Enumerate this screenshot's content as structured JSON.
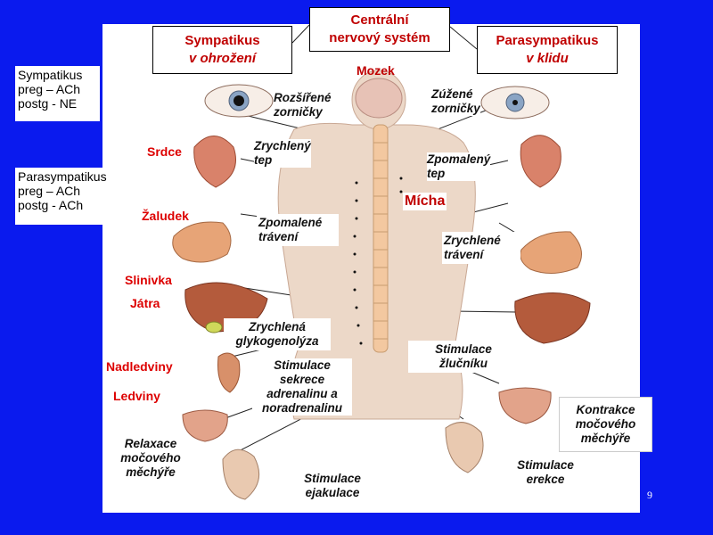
{
  "colors": {
    "background": "#0a1aee",
    "header_text": "#c00000",
    "organ_label": "#dd0000"
  },
  "header": {
    "center": {
      "line1": "Centrální",
      "line2": "nervový systém"
    },
    "sympathetic": {
      "line1": "Sympatikus",
      "line2": "v ohrožení"
    },
    "parasympathetic": {
      "line1": "Parasympatikus",
      "line2": "v klidu"
    },
    "brain": "Mozek",
    "spinal_cord": "Mícha"
  },
  "notes": {
    "sympathetic": {
      "line1": "Sympatikus",
      "line2": "preg – ACh",
      "line3": "postg - NE"
    },
    "parasympathetic": {
      "line1": "Parasympatikus",
      "line2": "preg – ACh",
      "line3": "postg - ACh"
    }
  },
  "organs": {
    "heart": "Srdce",
    "stomach": "Žaludek",
    "pancreas": "Slinivka",
    "liver": "Játra",
    "adrenal": "Nadledviny",
    "kidneys": "Ledviny"
  },
  "effects_sympathetic": {
    "pupils": {
      "line1": "Rozšířené",
      "line2": "zorničky"
    },
    "heart": {
      "line1": "Zrychlený",
      "line2": "tep"
    },
    "digestion": {
      "line1": "Zpomalené",
      "line2": "trávení"
    },
    "glycogen": {
      "line1": "Zrychlená",
      "line2": "glykogenolýza"
    },
    "adrenal": {
      "line1": "Stimulace",
      "line2": "sekrece",
      "line3": "adrenalinu a",
      "line4": "noradrenalinu"
    },
    "bladder": {
      "line1": "Relaxace",
      "line2": "močového",
      "line3": "měchýře"
    },
    "ejaculation": {
      "line1": "Stimulace",
      "line2": "ejakulace"
    }
  },
  "effects_parasympathetic": {
    "pupils": {
      "line1": "Zúžené",
      "line2": "zorničky"
    },
    "heart": {
      "line1": "Zpomalený",
      "line2": "tep"
    },
    "digestion": {
      "line1": "Zrychlené",
      "line2": "trávení"
    },
    "bile": {
      "line1": "Stimulace",
      "line2": "žlučníku"
    },
    "bladder": {
      "line1": "Kontrakce",
      "line2": "močového",
      "line3": "měchýře"
    },
    "erection": {
      "line1": "Stimulace",
      "line2": "erekce"
    }
  },
  "page_number": "9"
}
